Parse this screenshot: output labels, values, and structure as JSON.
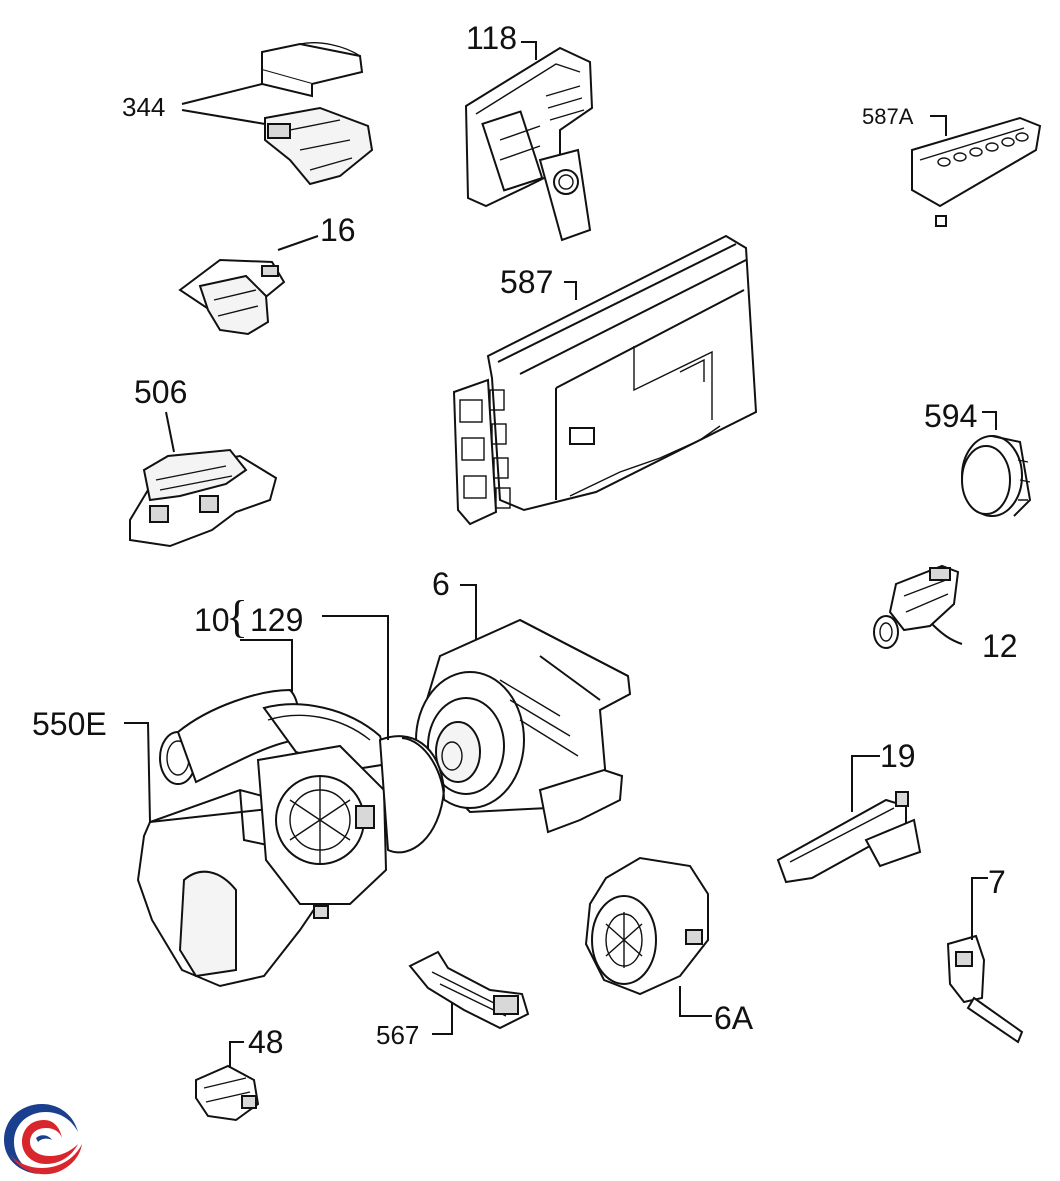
{
  "diagram": {
    "labels": {
      "p118": "118",
      "p344": "344",
      "p587A": "587A",
      "p16": "16",
      "p587": "587",
      "p506": "506",
      "p594": "594",
      "p6": "6",
      "p10": "10",
      "p129": "129",
      "p12": "12",
      "p550E": "550E",
      "p19": "19",
      "p7": "7",
      "p6A": "6A",
      "p567": "567",
      "p48": "48"
    }
  },
  "logo": {
    "icon": "brand-swirl-logo",
    "colors": [
      "#1b3f8f",
      "#d9262c"
    ]
  }
}
